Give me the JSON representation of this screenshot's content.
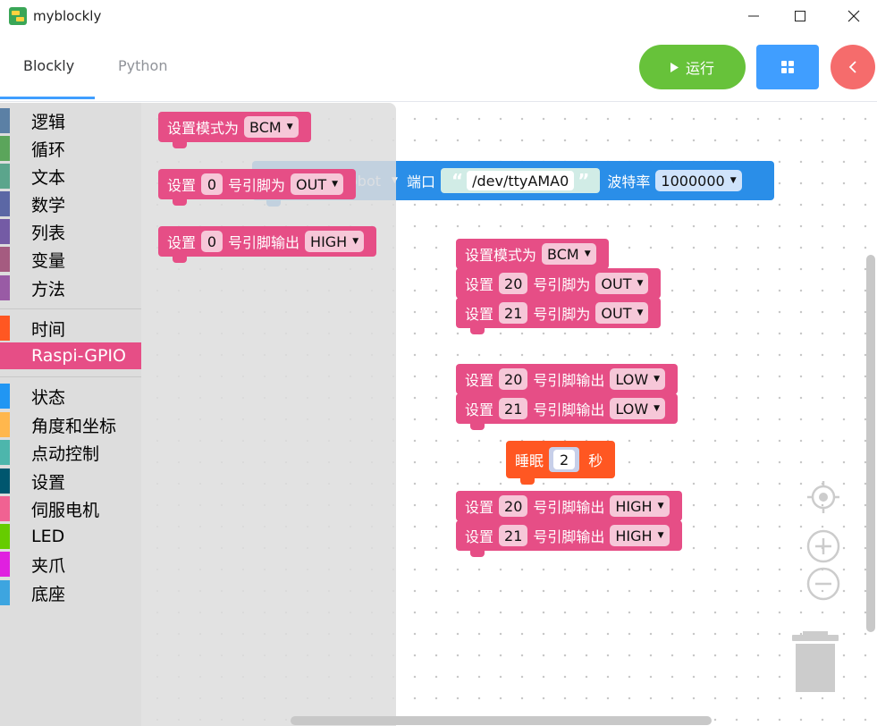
{
  "window": {
    "title": "myblockly"
  },
  "tabs": [
    {
      "label": "Blockly",
      "active": true
    },
    {
      "label": "Python",
      "active": false
    }
  ],
  "toolbar": {
    "run_label": "运行"
  },
  "toolbox": {
    "categories": [
      {
        "label": "逻辑",
        "color": "#5b80a5"
      },
      {
        "label": "循环",
        "color": "#5ba55b"
      },
      {
        "label": "文本",
        "color": "#5ba58c"
      },
      {
        "label": "数学",
        "color": "#5b67a5"
      },
      {
        "label": "列表",
        "color": "#745ba5"
      },
      {
        "label": "变量",
        "color": "#a55b80"
      },
      {
        "label": "方法",
        "color": "#995ba5"
      },
      {
        "label": "时间",
        "color": "#ff5722"
      },
      {
        "label": "Raspi-GPIO",
        "color": "#e64e86",
        "selected": true
      },
      {
        "label": "状态",
        "color": "#2196f3"
      },
      {
        "label": "角度和坐标",
        "color": "#ffb74d"
      },
      {
        "label": "点动控制",
        "color": "#4db6ac"
      },
      {
        "label": "设置",
        "color": "#00566e"
      },
      {
        "label": "伺服电机",
        "color": "#f06292"
      },
      {
        "label": "LED",
        "color": "#66cc00"
      },
      {
        "label": "夹爪",
        "color": "#e020e0"
      },
      {
        "label": "底座",
        "color": "#3da5e0"
      }
    ]
  },
  "flyout": {
    "set_mode": {
      "text": "设置模式为",
      "value": "BCM"
    },
    "set_pin": {
      "text1": "设置",
      "pin": "0",
      "text2": "号引脚为",
      "value": "OUT"
    },
    "set_output": {
      "text1": "设置",
      "pin": "0",
      "text2": "号引脚输出",
      "value": "HIGH"
    }
  },
  "workspace": {
    "robot_block": {
      "robot_value": "obot",
      "port_label": "端口",
      "port_value": "/dev/ttyAMA0",
      "baud_label": "波特率",
      "baud_value": "1000000"
    },
    "mode_block": {
      "text": "设置模式为",
      "value": "BCM"
    },
    "pin_blocks": [
      {
        "text1": "设置",
        "pin": "20",
        "text2": "号引脚为",
        "value": "OUT"
      },
      {
        "text1": "设置",
        "pin": "21",
        "text2": "号引脚为",
        "value": "OUT"
      }
    ],
    "low_blocks": [
      {
        "text1": "设置",
        "pin": "20",
        "text2": "号引脚输出",
        "value": "LOW"
      },
      {
        "text1": "设置",
        "pin": "21",
        "text2": "号引脚输出",
        "value": "LOW"
      }
    ],
    "sleep_block": {
      "text": "睡眠",
      "value": "2",
      "unit": "秒"
    },
    "high_blocks": [
      {
        "text1": "设置",
        "pin": "20",
        "text2": "号引脚输出",
        "value": "HIGH"
      },
      {
        "text1": "设置",
        "pin": "21",
        "text2": "号引脚输出",
        "value": "HIGH"
      }
    ]
  }
}
